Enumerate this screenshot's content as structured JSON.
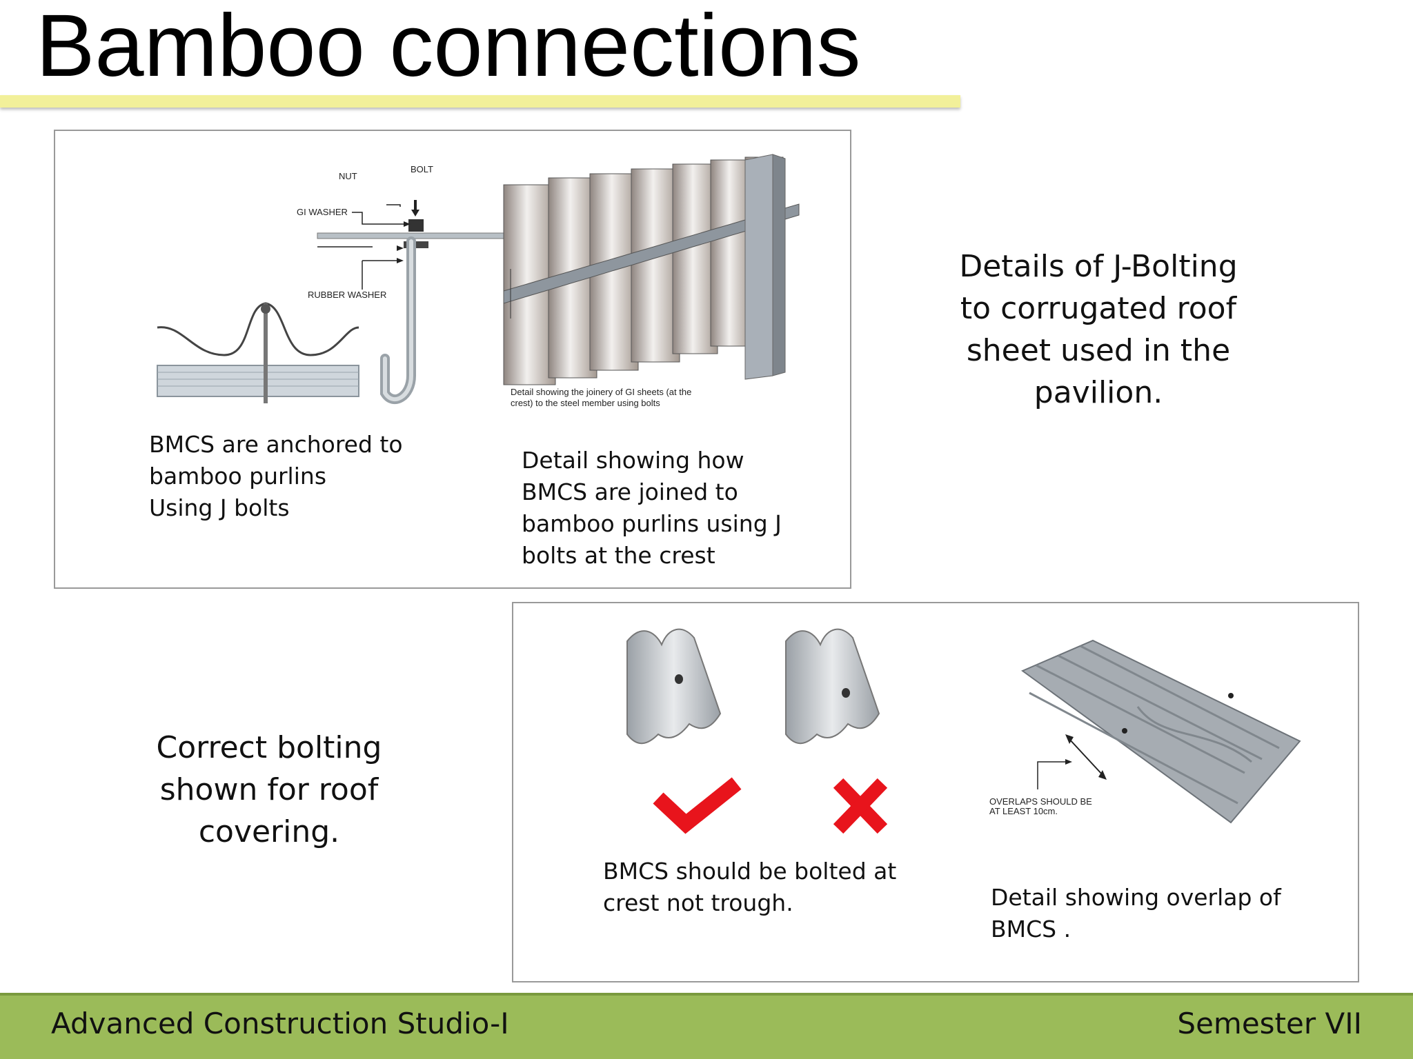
{
  "title": "Bamboo connections",
  "top_panel": {
    "diagram_labels": {
      "nut": "NUT",
      "bolt": "BOLT",
      "gi_washer": "GI WASHER",
      "rubber_washer": "RUBBER WASHER",
      "sheet_detail_line1": "Detail showing the joinery of GI sheets (at the",
      "sheet_detail_line2": "crest) to the steel member using bolts"
    },
    "left_caption": [
      "BMCS are anchored to",
      "bamboo purlins",
      "Using J bolts"
    ],
    "right_caption": [
      "Detail showing how",
      "BMCS are joined to",
      "bamboo purlins using J",
      "bolts at the crest"
    ]
  },
  "j_bolting_note": [
    "Details of J-Bolting",
    "to corrugated roof",
    "sheet used in the",
    "pavilion."
  ],
  "correct_bolting_note": [
    "Correct bolting",
    "shown for roof",
    "covering."
  ],
  "bottom_panel": {
    "overlap_label_line1": "OVERLAPS SHOULD BE",
    "overlap_label_line2": "AT LEAST 10cm.",
    "left_caption": [
      "BMCS should be bolted at",
      "crest not trough."
    ],
    "right_caption": [
      "Detail showing overlap of",
      "BMCS ."
    ],
    "correct_mark_color": "#e8141c",
    "wrong_mark_color": "#e8141c"
  },
  "footer": {
    "left": "Advanced Construction Studio-I",
    "right": "Semester VII",
    "color": "#9bbb59"
  }
}
